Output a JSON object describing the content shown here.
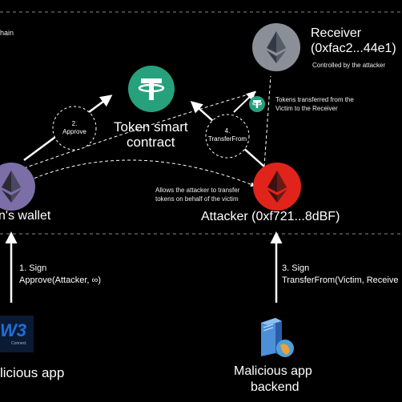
{
  "diagram": {
    "region_label": "hain",
    "receiver": {
      "title": "Receiver",
      "address": "(0xfac2...44e1)",
      "note": "Controlled by the attacker"
    },
    "token_contract": {
      "line1": "Token smart",
      "line2": "contract"
    },
    "transfer_note": {
      "line1": "Tokens transferred from the",
      "line2": "Victim to the Receiver"
    },
    "step2": {
      "number": "2.",
      "label": "Approve"
    },
    "step4": {
      "number": "4.",
      "label": "TransferFrom"
    },
    "victim_wallet_label": "n's wallet",
    "attacker_label": "Attacker (0xf721...8dBF)",
    "allow_note": {
      "line1": "Allows the attacker to transfer",
      "line2": "tokens on behalf of the victim"
    },
    "step1": {
      "line1": "1. Sign",
      "line2": "Approve(Attacker, ∞)"
    },
    "step3": {
      "line1": "3. Sign",
      "line2": "TransferFrom(Victim, Receive"
    },
    "w3_logo": {
      "mark": "W3",
      "sub": "Connect"
    },
    "malicious_app_label": "licious app",
    "backend_label": {
      "line1": "Malicious app",
      "line2": "backend"
    },
    "colors": {
      "background": "#000000",
      "tether": "#26a17b",
      "attacker": "#e0231b",
      "eth_grey": "#8a8f98",
      "victim_purple": "#7c6fa8",
      "w3_blue": "#1f6fd6"
    },
    "icons": [
      "ethereum-icon",
      "tether-icon",
      "ethereum-icon",
      "ethereum-icon",
      "w3-connect-logo",
      "server-icon"
    ]
  }
}
